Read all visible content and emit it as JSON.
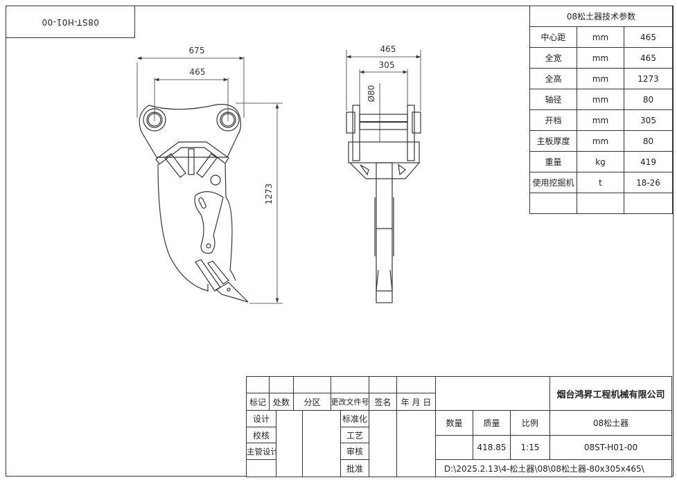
{
  "drawing_code_rotated": "08ST-H01-00",
  "front_view": {
    "dim_width": "675",
    "dim_center": "465",
    "dim_height": "1273"
  },
  "side_view": {
    "dim_width": "465",
    "dim_opening": "305",
    "dim_shaft": "Ø80"
  },
  "params": {
    "title": "08松土器技术参数",
    "rows": [
      {
        "name": "中心距",
        "unit": "mm",
        "value": "465"
      },
      {
        "name": "全宽",
        "unit": "mm",
        "value": "465"
      },
      {
        "name": "全高",
        "unit": "mm",
        "value": "1273"
      },
      {
        "name": "轴径",
        "unit": "mm",
        "value": "80"
      },
      {
        "name": "开档",
        "unit": "mm",
        "value": "305"
      },
      {
        "name": "主板厚度",
        "unit": "mm",
        "value": "80"
      },
      {
        "name": "重量",
        "unit": "kg",
        "value": "419"
      },
      {
        "name": "使用挖掘机",
        "unit": "t",
        "value": "18-26"
      }
    ]
  },
  "title_block": {
    "rev_headers": [
      "标记",
      "处数",
      "分区",
      "更改文件号",
      "签名",
      "年 月 日"
    ],
    "roles_left": [
      "设计",
      "校核",
      "主管设计"
    ],
    "roles_mid": [
      "标准化",
      "工艺",
      "审核",
      "批准"
    ],
    "company": "烟台鸿昇工程机械有限公司",
    "qty_label": "数量",
    "mass_label": "质量",
    "scale_label": "比例",
    "part_name": "08松土器",
    "mass": "418.85",
    "scale": "1:15",
    "drawing_no": "08ST-H01-00",
    "file_path": "D:\\2025.2.13\\4-松土器\\08\\08松土器-80x305x465\\"
  }
}
